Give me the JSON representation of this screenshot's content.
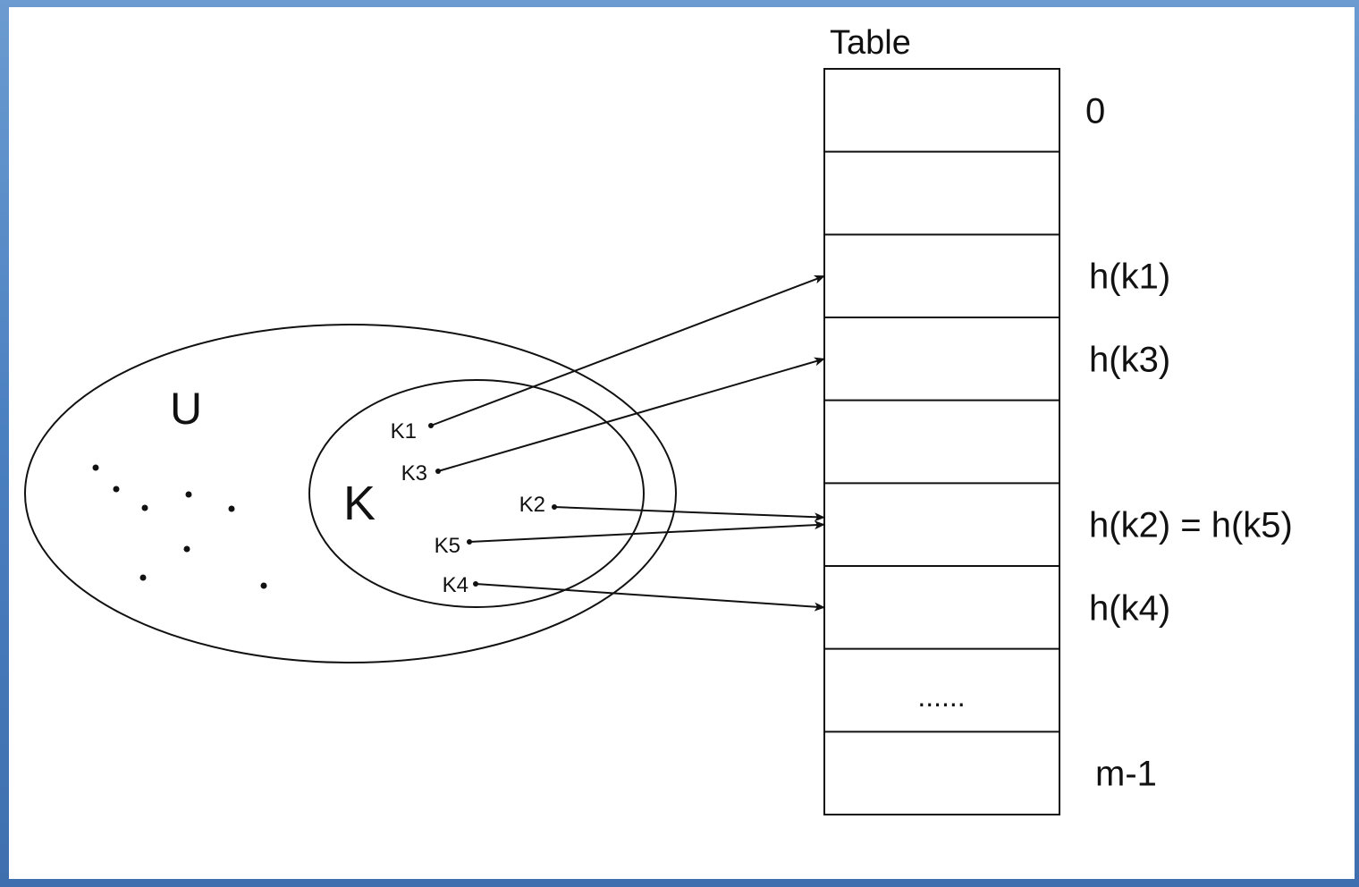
{
  "table": {
    "title": "Table",
    "ellipsis": "......",
    "row_labels": [
      {
        "row": 0,
        "text": "0"
      },
      {
        "row": 2,
        "text": "h(k1)"
      },
      {
        "row": 3,
        "text": "h(k3)"
      },
      {
        "row": 5,
        "text": "h(k2) = h(k5)"
      },
      {
        "row": 6,
        "text": "h(k4)"
      },
      {
        "row": 8,
        "text": "m-1"
      }
    ],
    "row_count": 9
  },
  "universe": {
    "label": "U"
  },
  "keyset": {
    "label": "K",
    "keys": [
      {
        "name": "K1",
        "target_row": 2
      },
      {
        "name": "K3",
        "target_row": 3
      },
      {
        "name": "K2",
        "target_row": 5
      },
      {
        "name": "K5",
        "target_row": 5
      },
      {
        "name": "K4",
        "target_row": 6
      }
    ]
  },
  "colors": {
    "stroke": "#111111",
    "background": "#ffffff",
    "border": "#4a7fc0"
  }
}
